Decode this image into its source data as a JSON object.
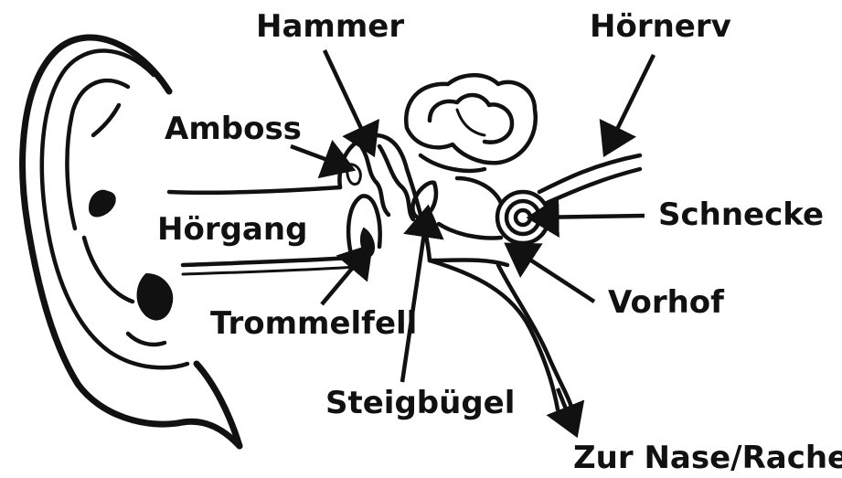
{
  "labels": {
    "hammer": "Hammer",
    "hoernerv": "Hörnerv",
    "amboss": "Amboss",
    "schnecke": "Schnecke",
    "hoergang": "Hörgang",
    "vorhof": "Vorhof",
    "trommelfell": "Trommelfell",
    "steigbuegel": "Steigbügel",
    "zur_nase": "Zur Nase/Rachen"
  },
  "colors": {
    "ink": "#111111",
    "background": "#ffffff"
  }
}
